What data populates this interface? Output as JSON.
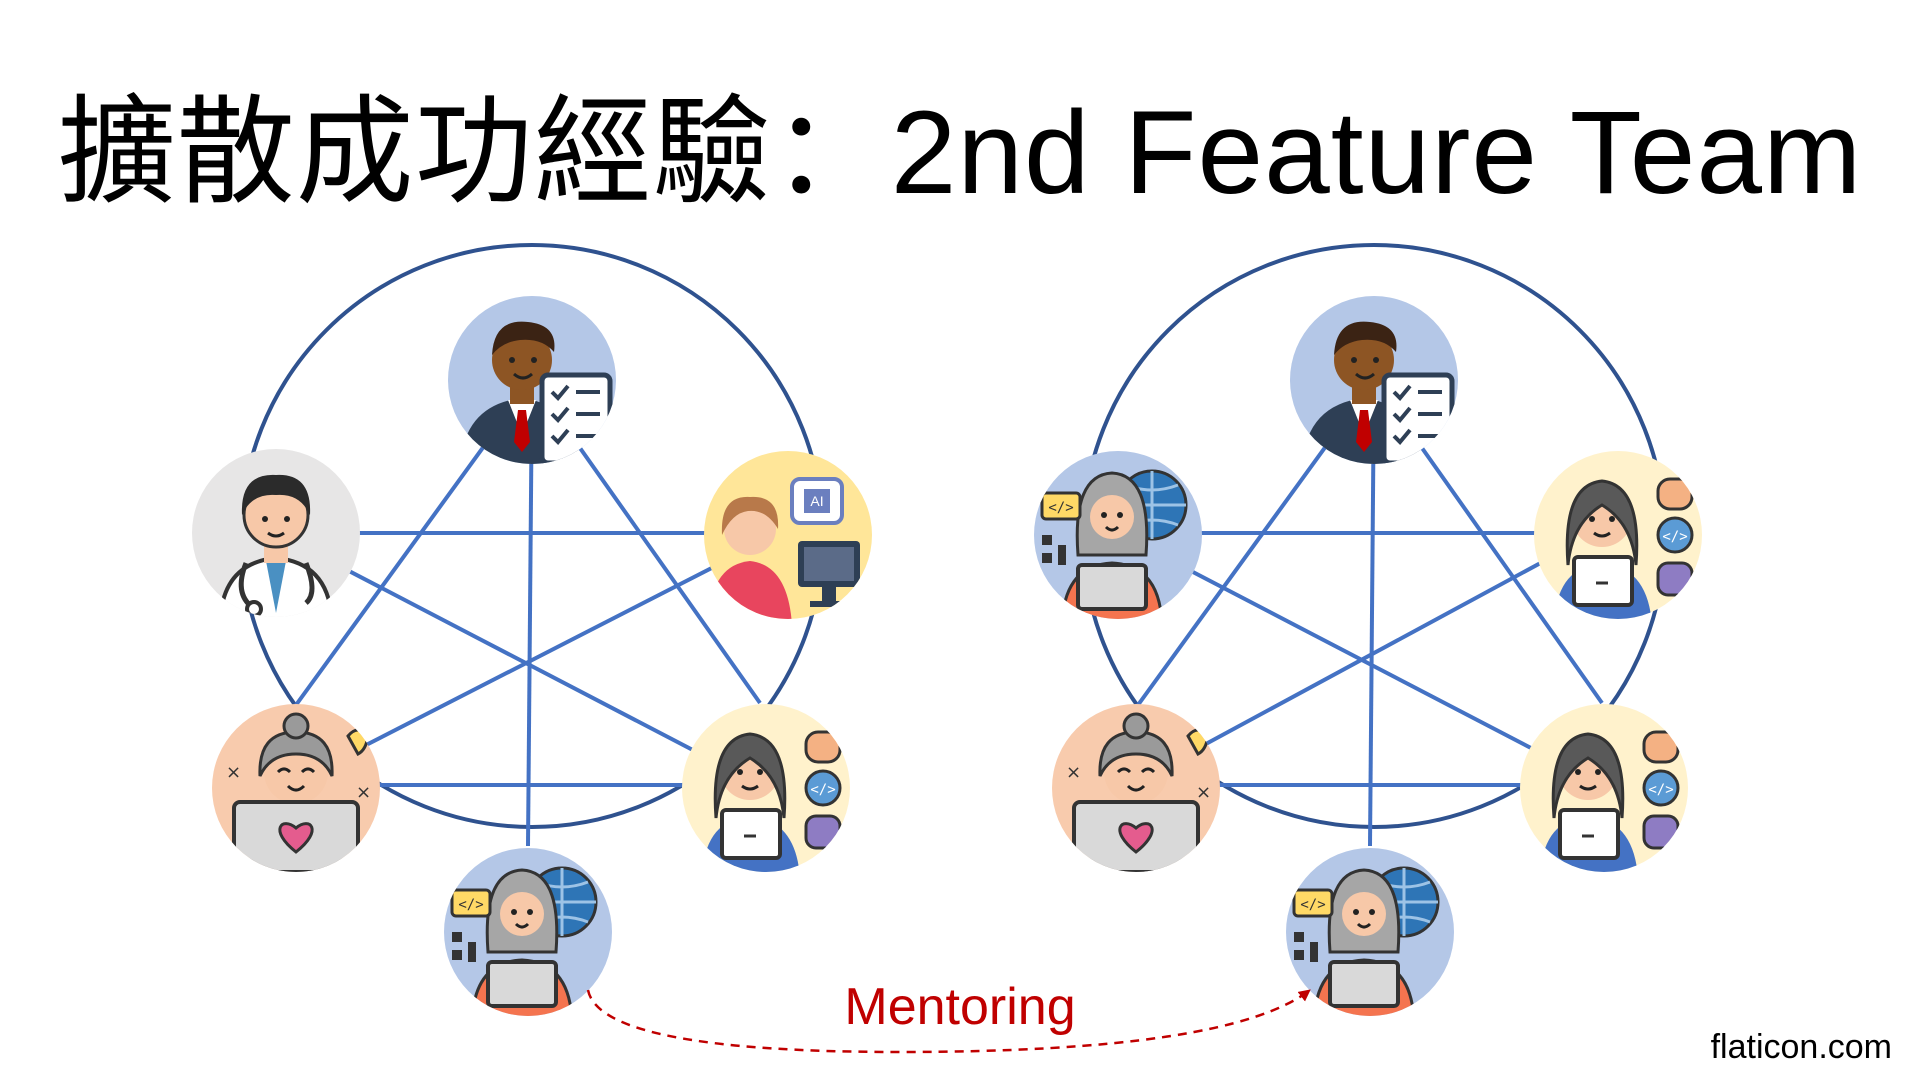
{
  "slide": {
    "title": "擴散成功經驗：2nd Feature Team",
    "credit": "flaticon.com"
  },
  "arrow": {
    "label": "Mentoring",
    "color": "#c00000"
  },
  "colors": {
    "edge": "#4472c4",
    "ring": "#2f528f"
  },
  "teams": [
    {
      "name": "team-1",
      "members": [
        "business-analyst-icon",
        "doctor-icon",
        "ai-engineer-icon",
        "designer-icon",
        "developer-icon",
        "hacker-icon"
      ]
    },
    {
      "name": "team-2",
      "members": [
        "business-analyst-icon",
        "hacker-icon",
        "developer-icon",
        "designer-icon",
        "developer-icon",
        "hacker-icon"
      ]
    }
  ]
}
